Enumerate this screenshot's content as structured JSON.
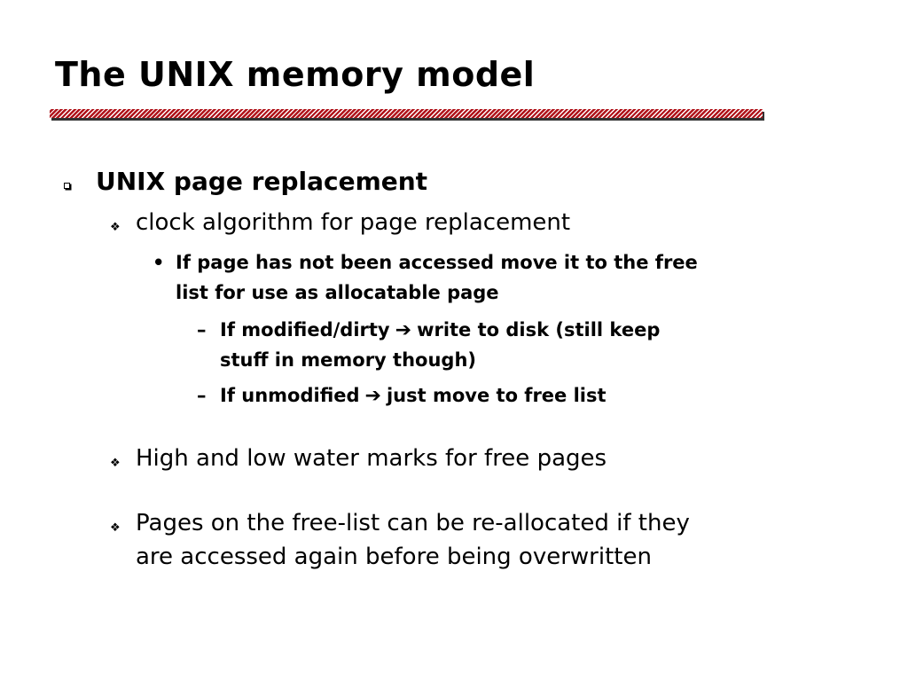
{
  "slide": {
    "title": "The UNIX memory model",
    "accent_color": "#b0131a",
    "bullets": {
      "level1": "UNIX page replacement",
      "clock": "clock algorithm for page replacement",
      "not_accessed_line1": "If page has not been accessed move it to the free",
      "not_accessed_line2": "list for use as allocatable page",
      "modified_prefix": "If modified/dirty",
      "modified_suffix": "write to disk (still keep",
      "modified_line2": "stuff in memory though)",
      "unmodified_prefix": "If unmodified",
      "unmodified_suffix": "just move to free list",
      "water_marks": "High and low water marks for free pages",
      "realloc_line1": "Pages on the free-list can be re-allocated if they",
      "realloc_line2": "are accessed again before being overwritten"
    },
    "icons": {
      "level1": "square-bullet-icon",
      "level2": "diamond-bullet-icon",
      "level3": "dot-bullet",
      "level4": "dash-bullet",
      "arrow": "right-arrow-icon"
    }
  }
}
